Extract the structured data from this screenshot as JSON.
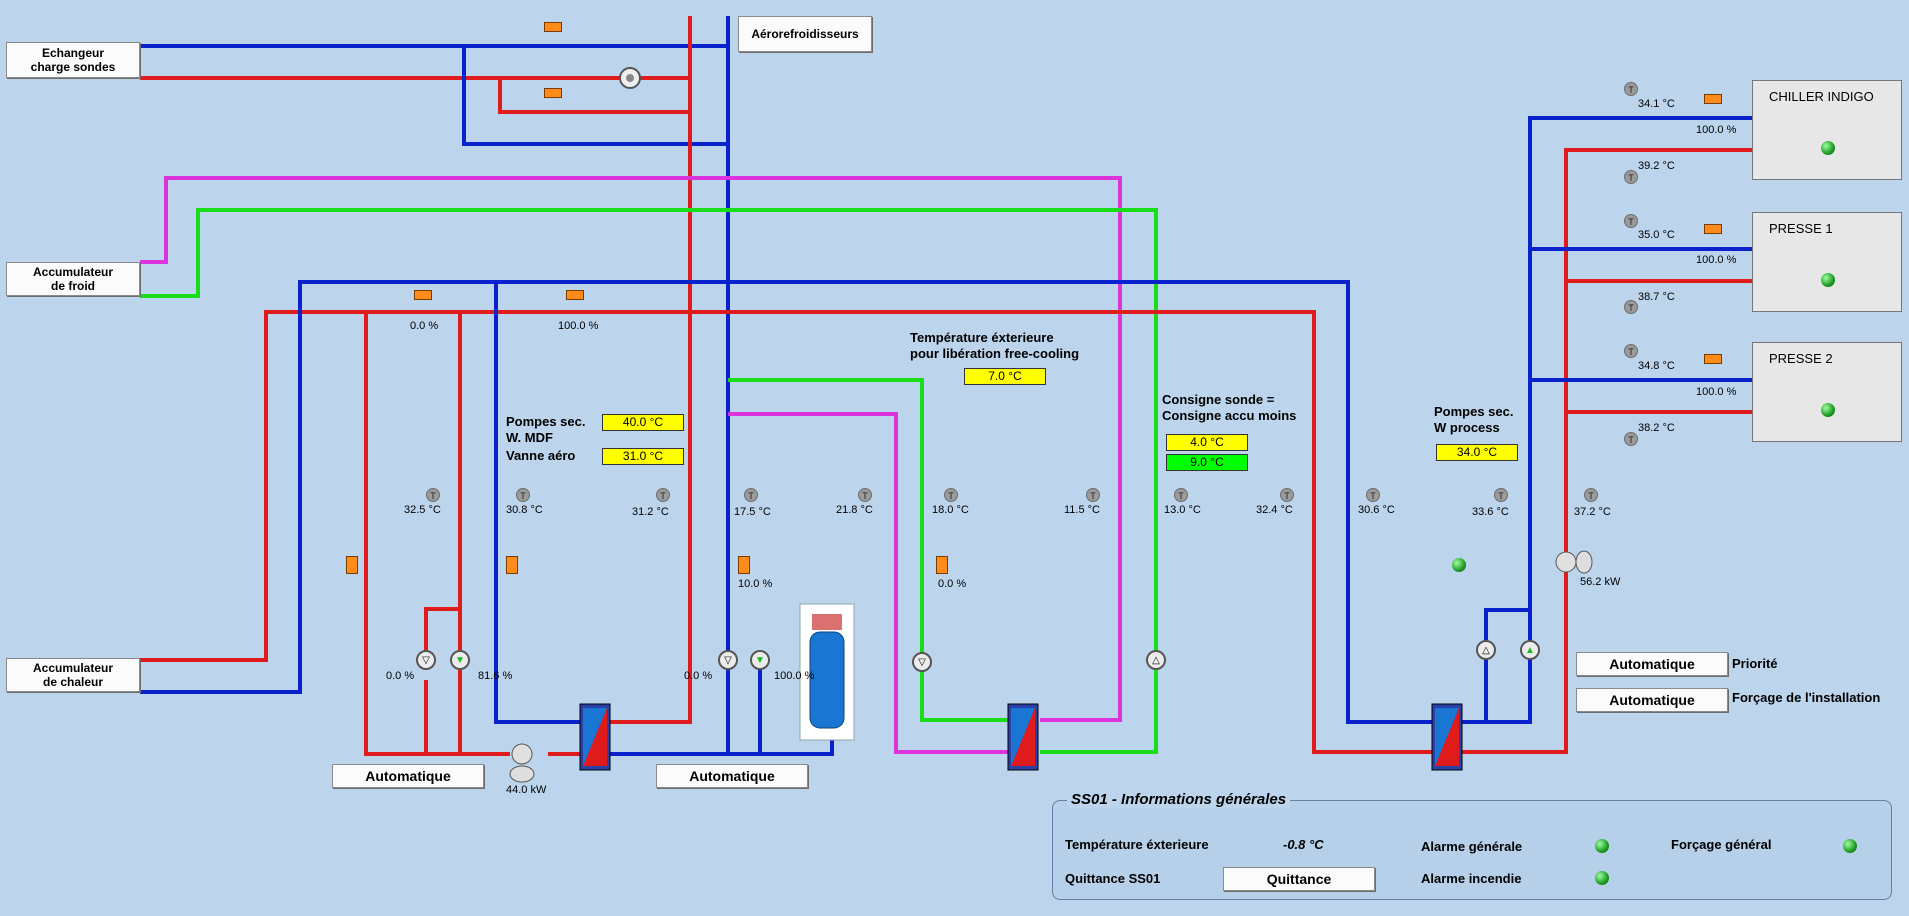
{
  "colors": {
    "hot": "#e01b1b",
    "cold": "#0a22cc",
    "magenta": "#dd33dd",
    "green": "#19dd19",
    "background": "#bcd4ec",
    "setpoint_yellow": "#ffff00",
    "setpoint_green": "#00ff00"
  },
  "external_buttons": {
    "echangeur": "Echangeur\ncharge sondes",
    "accu_froid": "Accumulateur\nde froid",
    "accu_chaleur": "Accumulateur\nde chaleur",
    "aero": "Aérorefroidisseurs"
  },
  "units": [
    {
      "name": "CHILLER INDIGO"
    },
    {
      "name": "PRESSE 1"
    },
    {
      "name": "PRESSE 2"
    }
  ],
  "right_temps": {
    "chiller_supply": "34.1 °C",
    "chiller_return": "39.2 °C",
    "chiller_valve": "100.0 %",
    "p1_supply": "35.0 °C",
    "p1_return": "38.7 °C",
    "p1_valve": "100.0 %",
    "p2_supply": "34.8 °C",
    "p2_return": "38.2 °C",
    "p2_valve": "100.0 %"
  },
  "top_valves": {
    "v1": "0.0 %",
    "v2": "100.0 %"
  },
  "setpoints": {
    "pompes_label": "Pompes sec.\nW. MDF",
    "pompes_value": "40.0 °C",
    "vanne_label": "Vanne aéro",
    "vanne_value": "31.0 °C",
    "ext_label": "Température éxterieure\npour libération free-cooling",
    "ext_value": "7.0 °C",
    "consigne_label": "Consigne sonde =\nConsigne accu moins",
    "consigne_value1": "4.0 °C",
    "consigne_value2": "9.0 °C",
    "process_label": "Pompes sec.\nW process",
    "process_value": "34.0 °C"
  },
  "sensors": {
    "s1": "32.5 °C",
    "s2": "30.8 °C",
    "s3": "31.2 °C",
    "s4": "17.5 °C",
    "s5": "21.8 °C",
    "s6": "18.0 °C",
    "s7": "11.5 °C",
    "s8": "13.0 °C",
    "s9": "32.4 °C",
    "s10": "30.6 °C",
    "s11": "33.6 °C",
    "s12": "37.2 °C"
  },
  "pumps": {
    "p1": "0.0 %",
    "p2": "81.6 %",
    "p3": "0.0 %",
    "p4": "100.0 %"
  },
  "three_way": {
    "v1": "10.0 %",
    "v2": "0.0 %"
  },
  "energy": {
    "e1": "44.0 kW",
    "e2": "56.2 kW"
  },
  "buttons": {
    "auto": "Automatique",
    "quittance": "Quittance"
  },
  "right_controls": {
    "priorite": "Priorité",
    "forcage": "Forçage de l'installation"
  },
  "info_panel": {
    "title": "SS01 - Informations générales",
    "temp_ext_label": "Température éxterieure",
    "temp_ext_value": "-0.8 °C",
    "quittance_label": "Quittance SS01",
    "alarme_generale": "Alarme générale",
    "alarme_incendie": "Alarme incendie",
    "forcage_general": "Forçage général"
  }
}
